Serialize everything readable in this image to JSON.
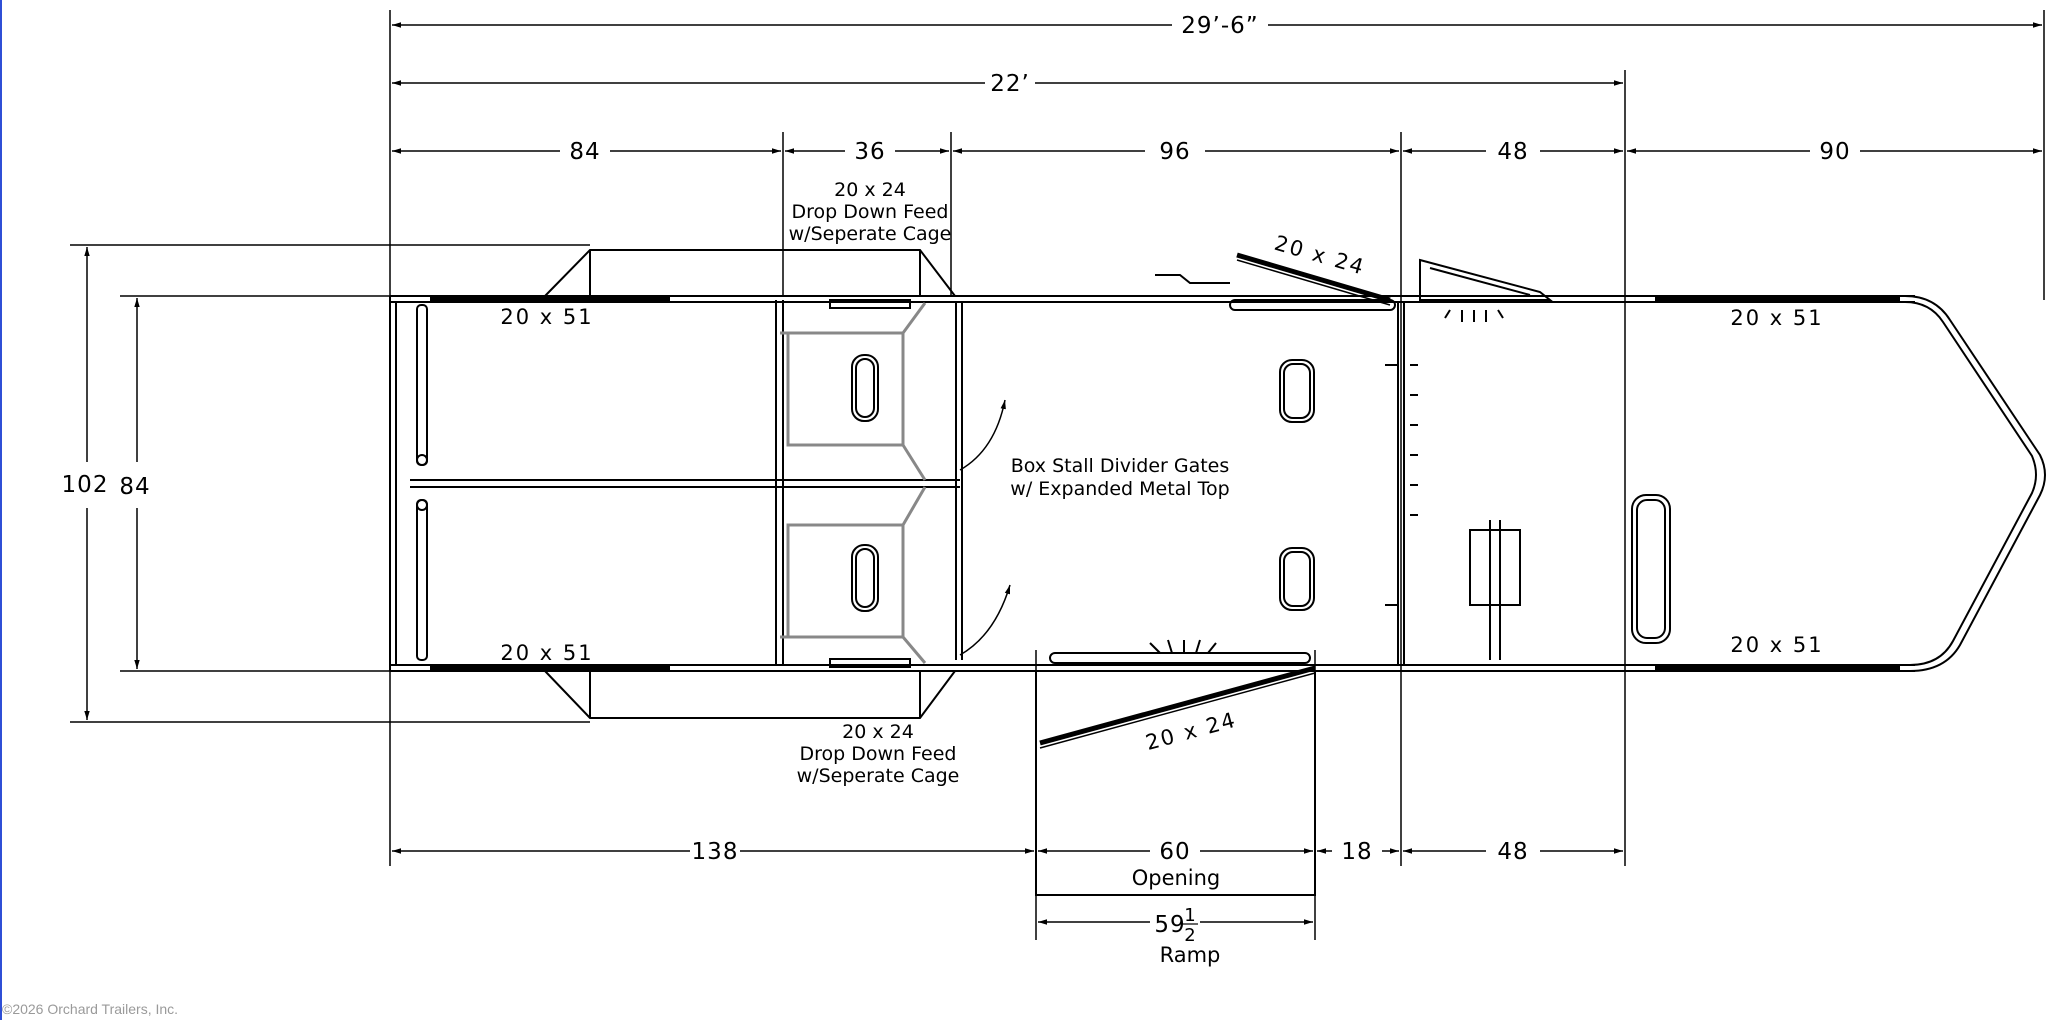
{
  "dimensions": {
    "overall_length": "29’-6”",
    "inner_length": "22’",
    "top_seg_1": "84",
    "top_seg_2": "36",
    "top_seg_3": "96",
    "top_seg_4": "48",
    "top_seg_5": "90",
    "bot_seg_1": "138",
    "bot_seg_2": "60",
    "bot_seg_3": "18",
    "bot_seg_4": "48",
    "outer_width": "102",
    "inner_width": "84",
    "ramp_width_whole": "59",
    "ramp_width_num": "1",
    "ramp_width_den": "2"
  },
  "labels": {
    "feed_top": [
      "20 x 24",
      "Drop Down Feed",
      "w/Seperate Cage"
    ],
    "feed_bottom": [
      "20 x 24",
      "Drop Down Feed",
      "w/Seperate Cage"
    ],
    "window_tl": "20 x 51",
    "window_bl": "20 x 51",
    "window_tr": "20 x 51",
    "window_br": "20 x 51",
    "door_top": "20 x 24",
    "door_bottom": "20 x 24",
    "gates": [
      "Box Stall Divider Gates",
      "w/ Expanded Metal Top"
    ],
    "opening": "Opening",
    "ramp": "Ramp"
  },
  "footer": {
    "copyright": "©2026 Orchard Trailers, Inc."
  }
}
